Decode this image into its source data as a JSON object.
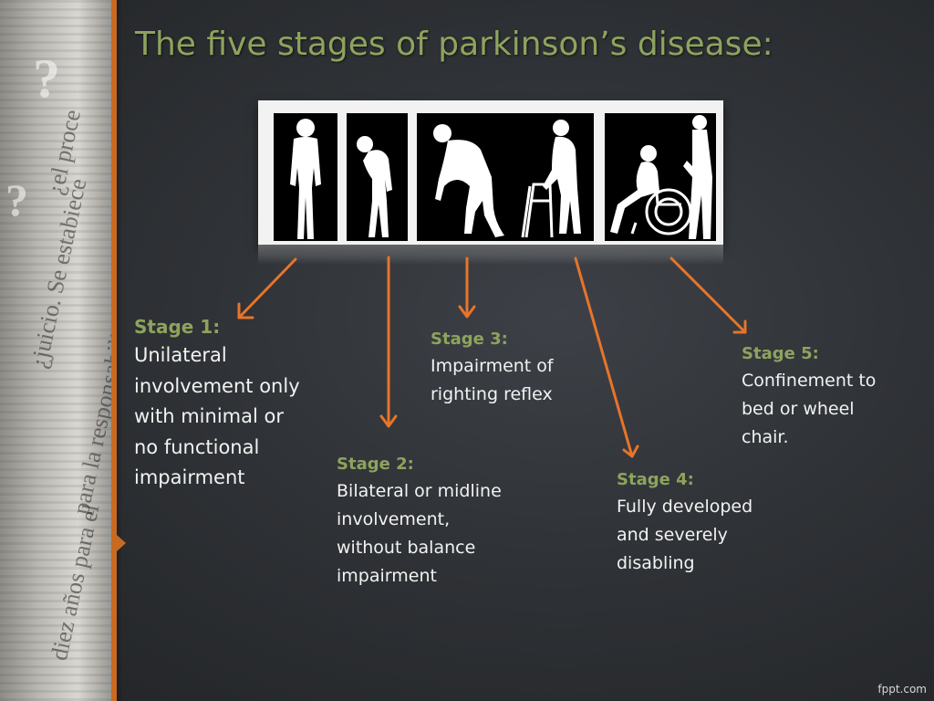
{
  "slide": {
    "title": "The five stages of parkinson’s disease:",
    "stages": [
      {
        "title": "Stage 1:",
        "desc": "Unilateral\ninvolvement only\nwith minimal or\nno functional\nimpairment"
      },
      {
        "title": "Stage 2:",
        "desc": "Bilateral or midline\ninvolvement,\nwithout balance\nimpairment"
      },
      {
        "title": "Stage 3:",
        "desc": "Impairment of\nrighting reflex"
      },
      {
        "title": "Stage 4:",
        "desc": "Fully developed\nand severely\ndisabling"
      },
      {
        "title": "Stage 5:",
        "desc": "Confinement to\nbed or wheel\nchair."
      }
    ],
    "credit": "fppt.com"
  },
  "background": {
    "newsprint_text": [
      "¿el proce",
      "¿juicio. Se estabiece",
      "para la responsabili",
      "diez años para el"
    ]
  },
  "colors": {
    "title": "#8ea35e",
    "stage_title": "#8ea35e",
    "body_text": "#f2f2f2",
    "arrow": "#e8742a",
    "accent_stripe": "#c96a22"
  },
  "icons": [
    "question-mark-icon",
    "person-standing-icon",
    "person-stooped-icon",
    "person-bent-icon",
    "person-walker-icon",
    "person-wheelchair-icon"
  ]
}
